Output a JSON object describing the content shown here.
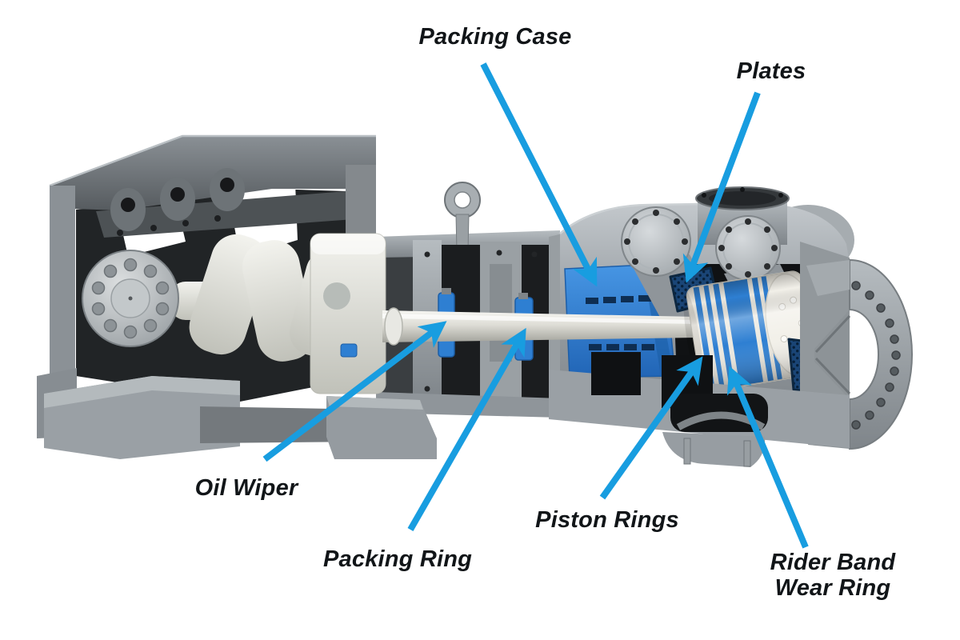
{
  "diagram": {
    "labels": {
      "packing_case": {
        "text": "Packing Case"
      },
      "plates": {
        "text": "Plates"
      },
      "oil_wiper": {
        "text": "Oil Wiper"
      },
      "packing_ring": {
        "text": "Packing Ring"
      },
      "piston_rings": {
        "text": "Piston Rings"
      },
      "rider_band": {
        "line1": "Rider Band",
        "line2": "Wear Ring"
      }
    },
    "colors": {
      "arrow_blue": "#189DE0",
      "part_blue": "#2E7FD2",
      "plate_navy": "#1A4576",
      "label_text": "#111518",
      "machine_gray": "#9AA0A5",
      "rod_ivory": "#E9E9E3",
      "background": "#FFFFFF"
    },
    "icons": [
      "leader-arrow-icon"
    ]
  }
}
